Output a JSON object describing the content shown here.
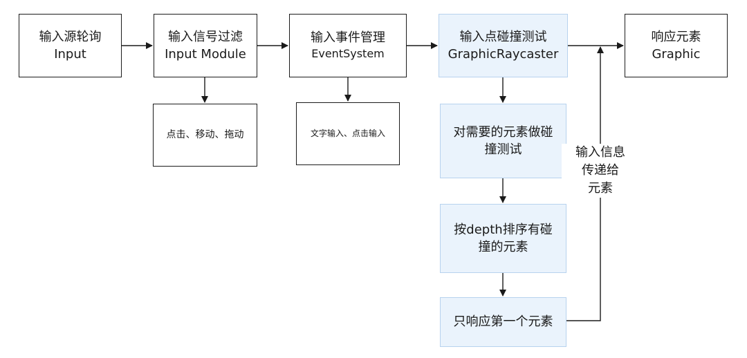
{
  "colors": {
    "stroke": "#1a1a1a",
    "highlight_fill": "#eaf3fc",
    "highlight_border": "#b7d2ee"
  },
  "nodes": {
    "input_source": {
      "line1": "输入源轮询",
      "line2": "Input"
    },
    "input_filter": {
      "line1": "输入信号过滤",
      "line2": "Input Module"
    },
    "event_management": {
      "line1": "输入事件管理",
      "line2": "EventSystem"
    },
    "raycast_test": {
      "line1": "输入点碰撞测试",
      "line2": "GraphicRaycaster"
    },
    "response_element": {
      "line1": "响应元素",
      "line2": "Graphic"
    },
    "filter_detail": {
      "text": "点击、移动、拖动"
    },
    "event_detail": {
      "text": "文字输入、点击输入"
    },
    "collision_test": {
      "line1": "对需要的元素做碰",
      "line2": "撞测试"
    },
    "depth_sort": {
      "line1": "按depth排序有碰",
      "line2": "撞的元素"
    },
    "first_only": {
      "text": "只响应第一个元素"
    }
  },
  "edge_labels": {
    "pass_info": {
      "line1": "输入信息",
      "line2": "传递给",
      "line3": "元素"
    }
  }
}
